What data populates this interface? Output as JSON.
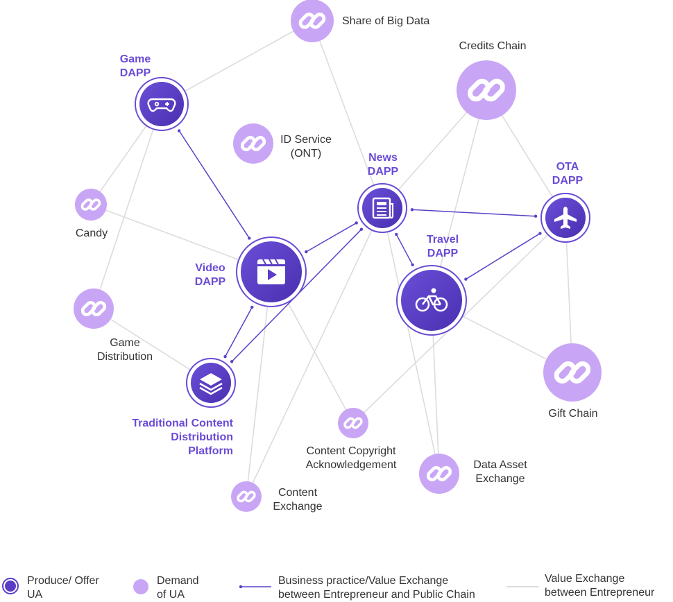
{
  "colors": {
    "produce": "#5a3cc6",
    "produce_ring": "#6a4bd6",
    "demand": "#c9a6f5",
    "business_line": "#5b40c8",
    "value_line": "#dcdcdc",
    "label_purple": "#6a4bd6",
    "label_dark": "#333333"
  },
  "nodes": {
    "game_dapp": {
      "label": [
        "Game",
        "DAPP"
      ],
      "type": "produce",
      "icon": "gamepad-icon"
    },
    "video_dapp": {
      "label": [
        "Video",
        "DAPP"
      ],
      "type": "produce",
      "icon": "video-play-icon"
    },
    "news_dapp": {
      "label": [
        "News",
        "DAPP"
      ],
      "type": "produce",
      "icon": "newspaper-icon"
    },
    "ota_dapp": {
      "label": [
        "OTA",
        "DAPP"
      ],
      "type": "produce",
      "icon": "airplane-icon"
    },
    "travel_dapp": {
      "label": [
        "Travel",
        "DAPP"
      ],
      "type": "produce",
      "icon": "bicycle-icon"
    },
    "traditional": {
      "label": [
        "Traditional Content",
        "Distribution",
        "Platform"
      ],
      "type": "produce",
      "icon": "layers-icon"
    },
    "share_big_data": {
      "label": [
        "Share of Big Data"
      ],
      "type": "demand",
      "icon": "link-icon"
    },
    "credits_chain": {
      "label": [
        "Credits Chain"
      ],
      "type": "demand",
      "icon": "link-icon"
    },
    "id_service": {
      "label": [
        "ID Service",
        "(ONT)"
      ],
      "type": "demand",
      "icon": "link-icon"
    },
    "candy": {
      "label": [
        "Candy"
      ],
      "type": "demand",
      "icon": "link-icon"
    },
    "game_distribution": {
      "label": [
        "Game",
        "Distribution"
      ],
      "type": "demand",
      "icon": "link-icon"
    },
    "gift_chain": {
      "label": [
        "Gift Chain"
      ],
      "type": "demand",
      "icon": "link-icon"
    },
    "copyright": {
      "label": [
        "Content Copyright",
        "Acknowledgement"
      ],
      "type": "demand",
      "icon": "link-icon"
    },
    "data_asset": {
      "label": [
        "Data Asset",
        "Exchange"
      ],
      "type": "demand",
      "icon": "link-icon"
    },
    "content_exchange": {
      "label": [
        "Content",
        "Exchange"
      ],
      "type": "demand",
      "icon": "link-icon"
    }
  },
  "edges": [
    {
      "from": "game_dapp",
      "to": "video_dapp",
      "kind": "business"
    },
    {
      "from": "video_dapp",
      "to": "news_dapp",
      "kind": "business"
    },
    {
      "from": "video_dapp",
      "to": "traditional",
      "kind": "business"
    },
    {
      "from": "news_dapp",
      "to": "traditional",
      "kind": "business"
    },
    {
      "from": "news_dapp",
      "to": "ota_dapp",
      "kind": "business"
    },
    {
      "from": "news_dapp",
      "to": "travel_dapp",
      "kind": "business"
    },
    {
      "from": "ota_dapp",
      "to": "travel_dapp",
      "kind": "business"
    },
    {
      "from": "game_dapp",
      "to": "share_big_data",
      "kind": "value"
    },
    {
      "from": "share_big_data",
      "to": "news_dapp",
      "kind": "value"
    },
    {
      "from": "game_dapp",
      "to": "candy",
      "kind": "value"
    },
    {
      "from": "game_dapp",
      "to": "game_distribution",
      "kind": "value"
    },
    {
      "from": "candy",
      "to": "video_dapp",
      "kind": "value"
    },
    {
      "from": "game_distribution",
      "to": "traditional",
      "kind": "value"
    },
    {
      "from": "video_dapp",
      "to": "copyright",
      "kind": "value"
    },
    {
      "from": "video_dapp",
      "to": "content_exchange",
      "kind": "value"
    },
    {
      "from": "news_dapp",
      "to": "credits_chain",
      "kind": "value"
    },
    {
      "from": "news_dapp",
      "to": "content_exchange",
      "kind": "value"
    },
    {
      "from": "news_dapp",
      "to": "data_asset",
      "kind": "value"
    },
    {
      "from": "credits_chain",
      "to": "ota_dapp",
      "kind": "value"
    },
    {
      "from": "credits_chain",
      "to": "travel_dapp",
      "kind": "value"
    },
    {
      "from": "ota_dapp",
      "to": "gift_chain",
      "kind": "value"
    },
    {
      "from": "ota_dapp",
      "to": "copyright",
      "kind": "value"
    },
    {
      "from": "travel_dapp",
      "to": "gift_chain",
      "kind": "value"
    },
    {
      "from": "travel_dapp",
      "to": "data_asset",
      "kind": "value"
    }
  ],
  "legend": {
    "produce": [
      "Produce/ Offer",
      "UA"
    ],
    "demand": [
      "Demand",
      "of UA"
    ],
    "business": [
      "Business practice/Value Exchange",
      "between Entrepreneur and Public Chain"
    ],
    "value": [
      "Value Exchange",
      "between Entrepreneur"
    ]
  }
}
